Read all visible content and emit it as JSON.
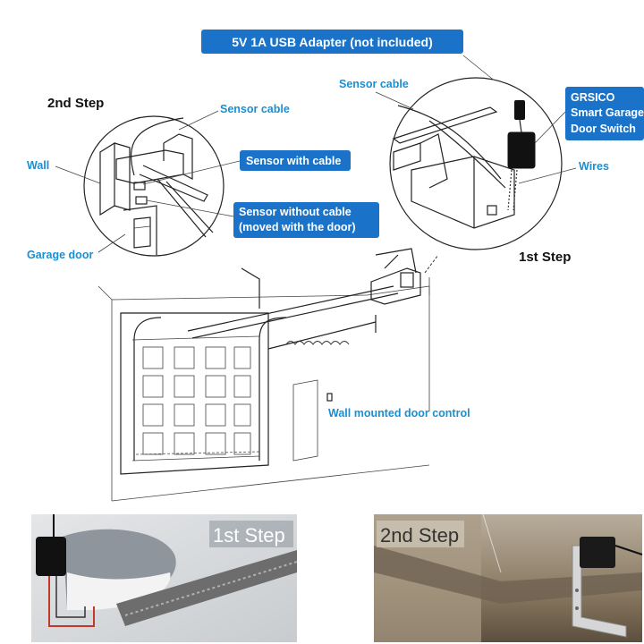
{
  "labels": {
    "adapter": "5V 1A USB Adapter (not included)",
    "step2_title": "2nd Step",
    "step1_title": "1st Step",
    "sensor_cable_left": "Sensor cable",
    "sensor_cable_right": "Sensor cable",
    "wall": "Wall",
    "sensor_with_cable": "Sensor with cable",
    "sensor_without_cable_1": "Sensor without cable",
    "sensor_without_cable_2": "(moved with the door)",
    "garage_door": "Garage door",
    "grsico_1": "GRSICO",
    "grsico_2": "Smart Garage",
    "grsico_3": "Door Switch",
    "wires": "Wires",
    "wall_control": "Wall mounted door control"
  },
  "photos": {
    "left_caption": "1st Step",
    "right_caption": "2nd Step"
  },
  "colors": {
    "accent_blue": "#1a8fd1",
    "box_blue": "#1a73c9",
    "line_dark": "#222222"
  }
}
